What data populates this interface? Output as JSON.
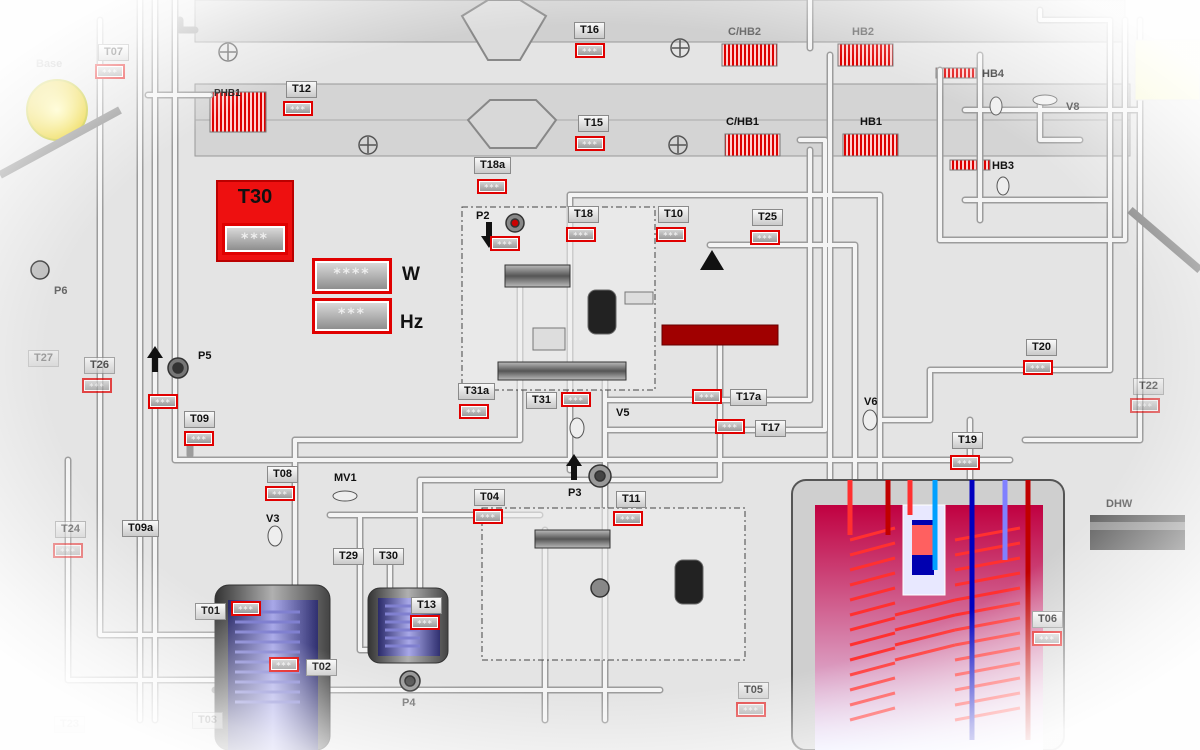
{
  "placeholder_short": "***",
  "placeholder_long": "* * *",
  "placeholder_power": "****",
  "labels": {
    "T07": "T07",
    "T12": "T12",
    "T16": "T16",
    "T15": "T15",
    "T18a": "T18a",
    "T18": "T18",
    "T10": "T10",
    "T25": "T25",
    "T20": "T20",
    "T22": "T22",
    "T26": "T26",
    "T09": "T09",
    "T31a": "T31a",
    "T31": "T31",
    "T17a": "T17a",
    "T17": "T17",
    "T19": "T19",
    "T08": "T08",
    "T04": "T04",
    "T11": "T11",
    "T24": "T24",
    "T09a": "T09a",
    "T29": "T29",
    "T30": "T30",
    "T01": "T01",
    "T13": "T13",
    "T02": "T02",
    "T06": "T06",
    "T05": "T05",
    "T03": "T03",
    "T23": "T23",
    "T27": "T27"
  },
  "component_labels": {
    "CHB2": "C/HB2",
    "HB2": "HB2",
    "HB4": "HB4",
    "V8": "V8",
    "PHB1": "PHB1",
    "CHB1": "C/HB1",
    "HB1": "HB1",
    "HB3": "HB3",
    "P2": "P2",
    "P5": "P5",
    "P6": "P6",
    "V5": "V5",
    "V6": "V6",
    "P3": "P3",
    "MV1": "MV1",
    "V3": "V3",
    "P4": "P4",
    "DHW": "DHW",
    "Base": "Base"
  },
  "t30_panel": {
    "title": "T30",
    "value": "***"
  },
  "power": {
    "value": "****",
    "unit": "W"
  },
  "frequency": {
    "value": "***",
    "unit": "Hz"
  },
  "colors": {
    "alarm_red": "#e00000",
    "pipe": "#f2f2f2",
    "pipe_edge": "#9c9c9c",
    "tank_red": "#d00030",
    "tank_blue": "#0000c0",
    "hot_coil": "#ff3030"
  }
}
